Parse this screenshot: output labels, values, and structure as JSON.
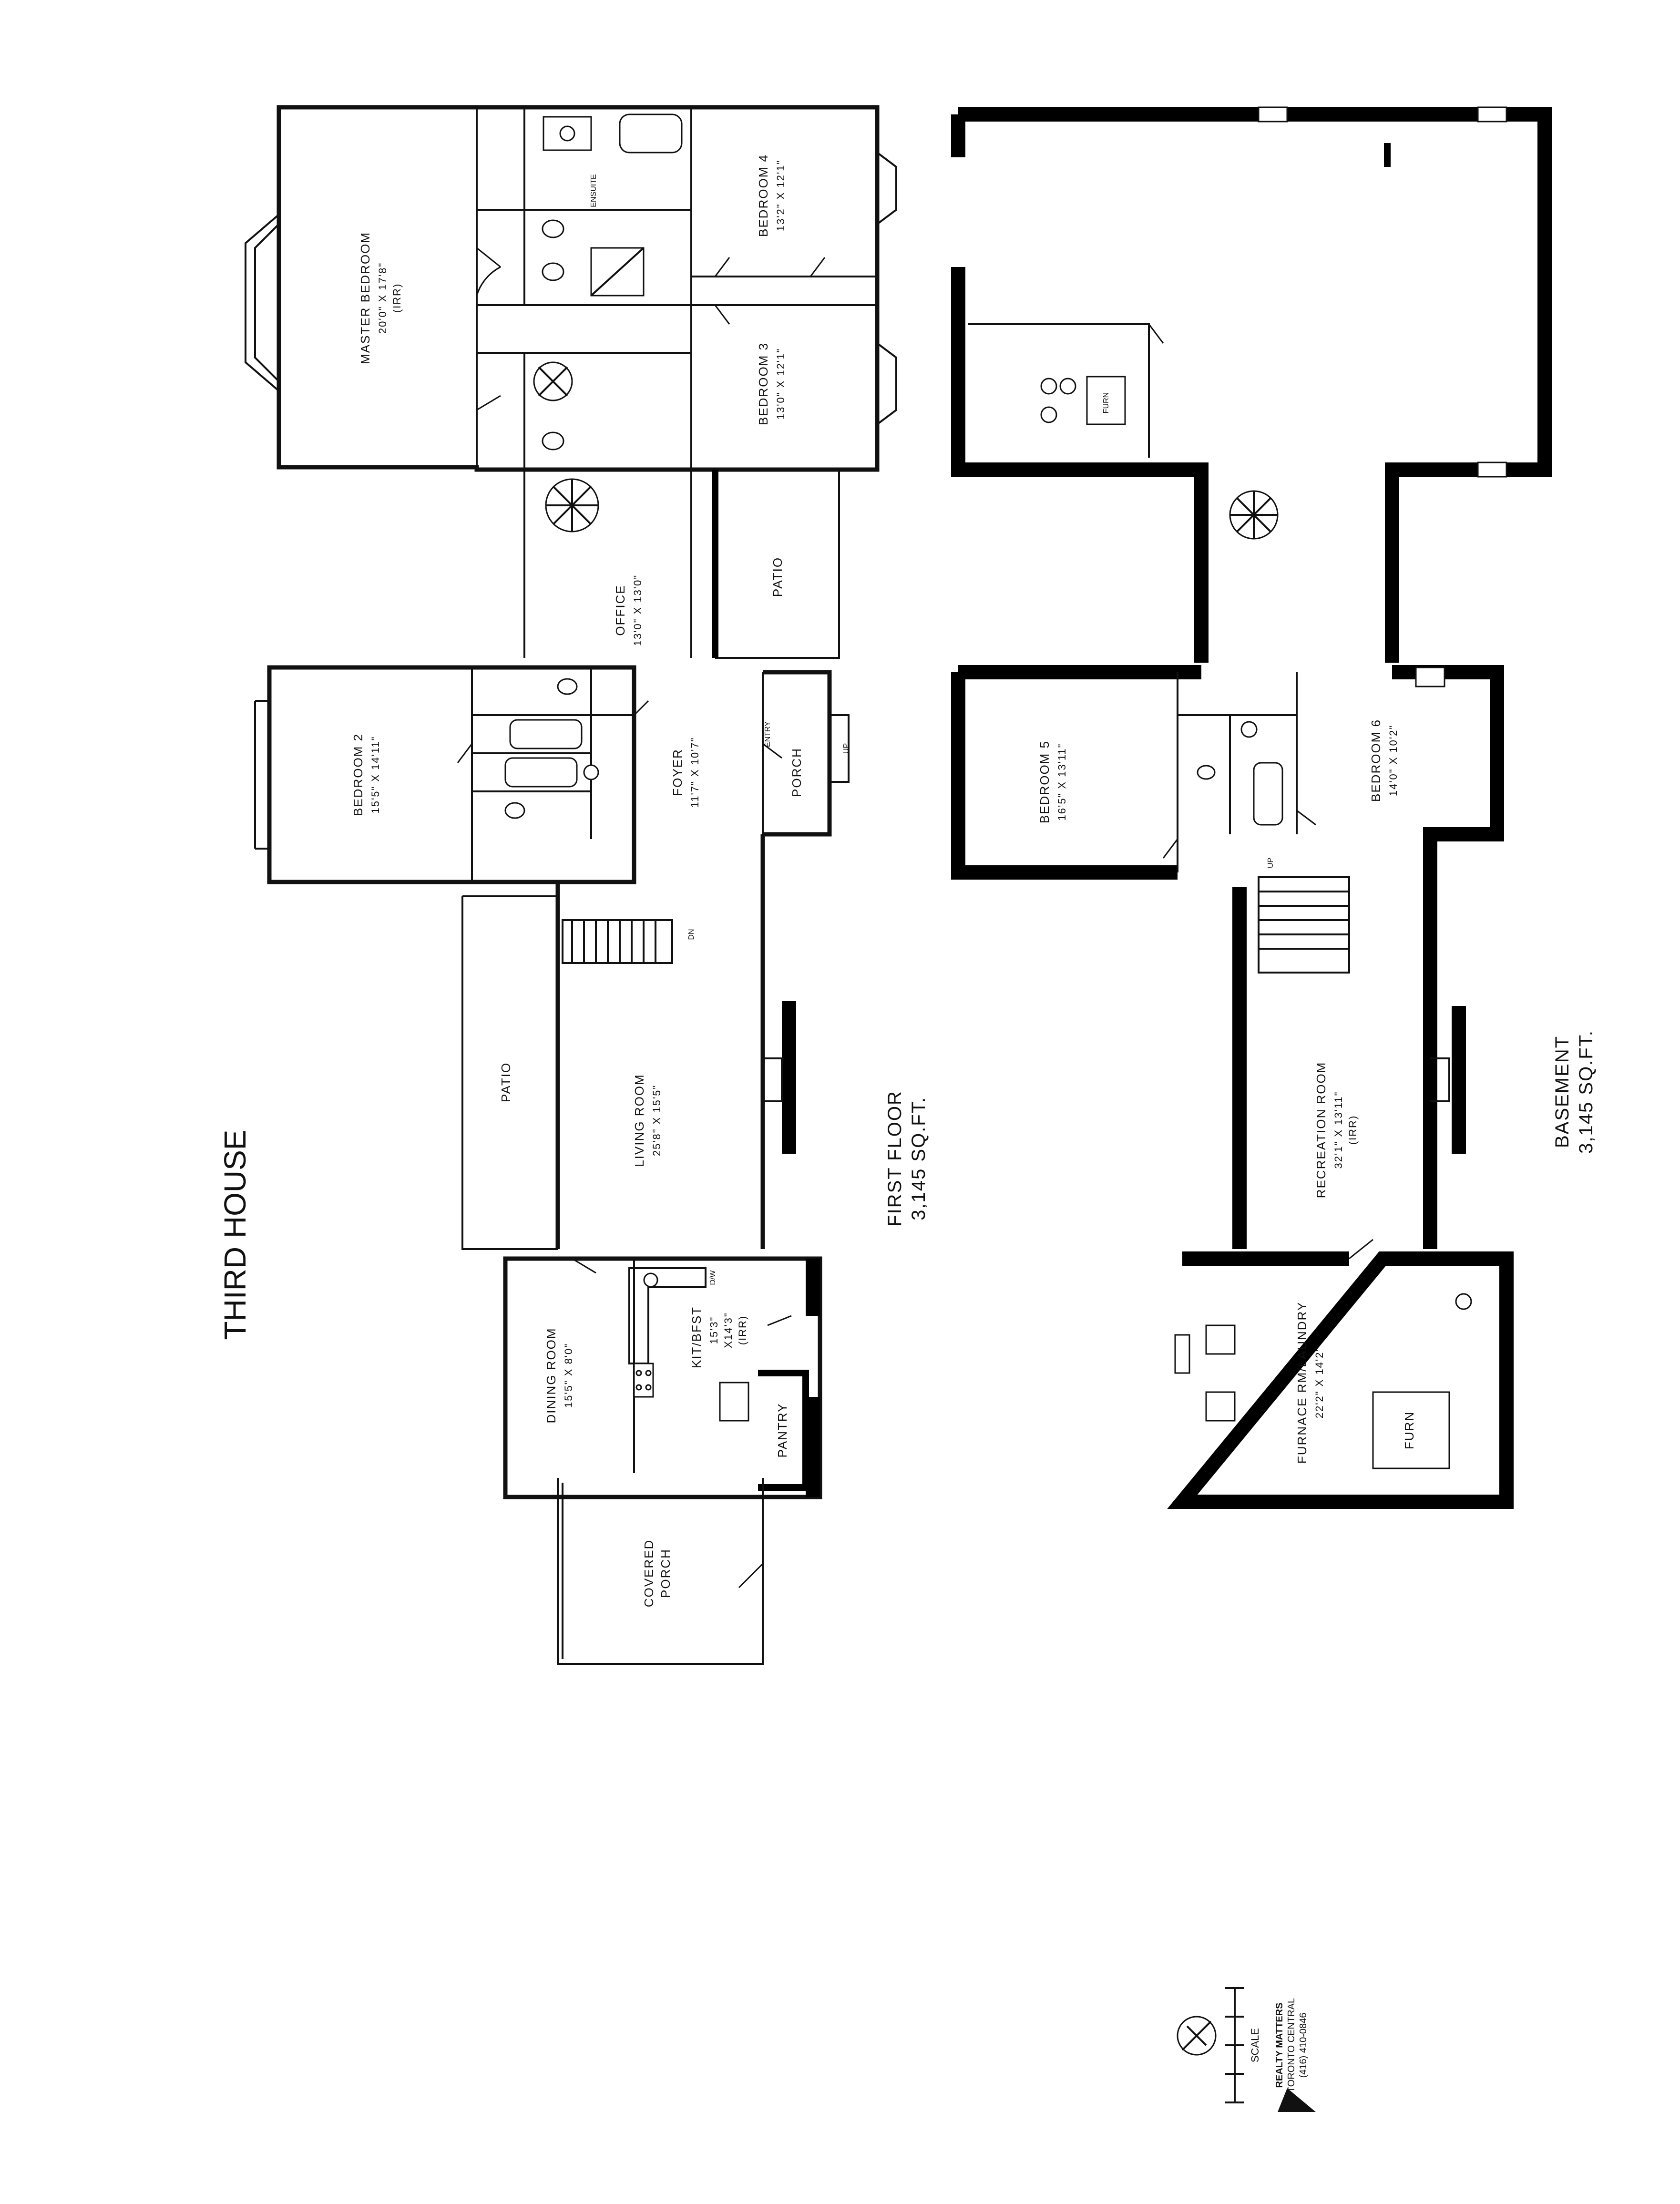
{
  "title": "THIRD HOUSE",
  "first_floor": {
    "label_line1": "FIRST FLOOR",
    "label_line2": "3,145 SQ.FT.",
    "rooms": {
      "master_bedroom": {
        "name": "MASTER BEDROOM",
        "dim": "20'0\" X 17'8\"",
        "extra": "(IRR)"
      },
      "ensuite": {
        "name": "ENSUITE"
      },
      "bedroom_4": {
        "name": "BEDROOM 4",
        "dim": "13'2\" X 12'1\""
      },
      "bedroom_3": {
        "name": "BEDROOM 3",
        "dim": "13'0\" X 12'1\""
      },
      "office": {
        "name": "OFFICE",
        "dim": "13'0\" X 13'0\""
      },
      "patio_upper": {
        "name": "PATIO"
      },
      "bedroom_2": {
        "name": "BEDROOM 2",
        "dim": "15'5\" X 14'11\""
      },
      "foyer": {
        "name": "FOYER",
        "dim": "11'7\" X 10'7\""
      },
      "porch": {
        "name": "PORCH"
      },
      "entry": {
        "name": "ENTRY"
      },
      "patio_lower": {
        "name": "PATIO"
      },
      "living_room": {
        "name": "LIVING ROOM",
        "dim": "25'8\" X 15'5\""
      },
      "dining_room": {
        "name": "DINING ROOM",
        "dim": "15'5\" X 8'0\""
      },
      "kitchen": {
        "name": "KIT/BFST",
        "dim1": "15'3\"",
        "dim2": "X14'3\"",
        "extra": "(IRR)"
      },
      "pantry": {
        "name": "PANTRY"
      },
      "covered_porch": {
        "name_line1": "COVERED",
        "name_line2": "PORCH"
      }
    },
    "fixtures": {
      "ensuite_small": "ENSUITE",
      "dw": "D/W",
      "dn": "DN",
      "up": "UP"
    }
  },
  "basement": {
    "label_line1": "BASEMENT",
    "label_line2": "3,145 SQ.FT.",
    "rooms": {
      "furnace_upper": {
        "name": "FURN"
      },
      "bedroom_5": {
        "name": "BEDROOM 5",
        "dim": "16'5\" X 13'11\""
      },
      "bedroom_6": {
        "name": "BEDROOM 6",
        "dim": "14'0\" X 10'2\""
      },
      "recreation_room": {
        "name": "RECREATION ROOM",
        "dim": "32'1\" X 13'11\"",
        "extra": "(IRR)"
      },
      "furnace_laundry": {
        "name": "FURNACE RM/LAUNDRY",
        "dim": "22'2\" X 14'2\""
      },
      "furn_box": {
        "name": "FURN"
      }
    },
    "fixtures": {
      "up": "UP"
    }
  },
  "credits": {
    "scale_label": "SCALE",
    "company_line1": "REALTY MATTERS",
    "company_line2": "TORONTO CENTRAL",
    "company_line3": "(416) 410-0846"
  }
}
